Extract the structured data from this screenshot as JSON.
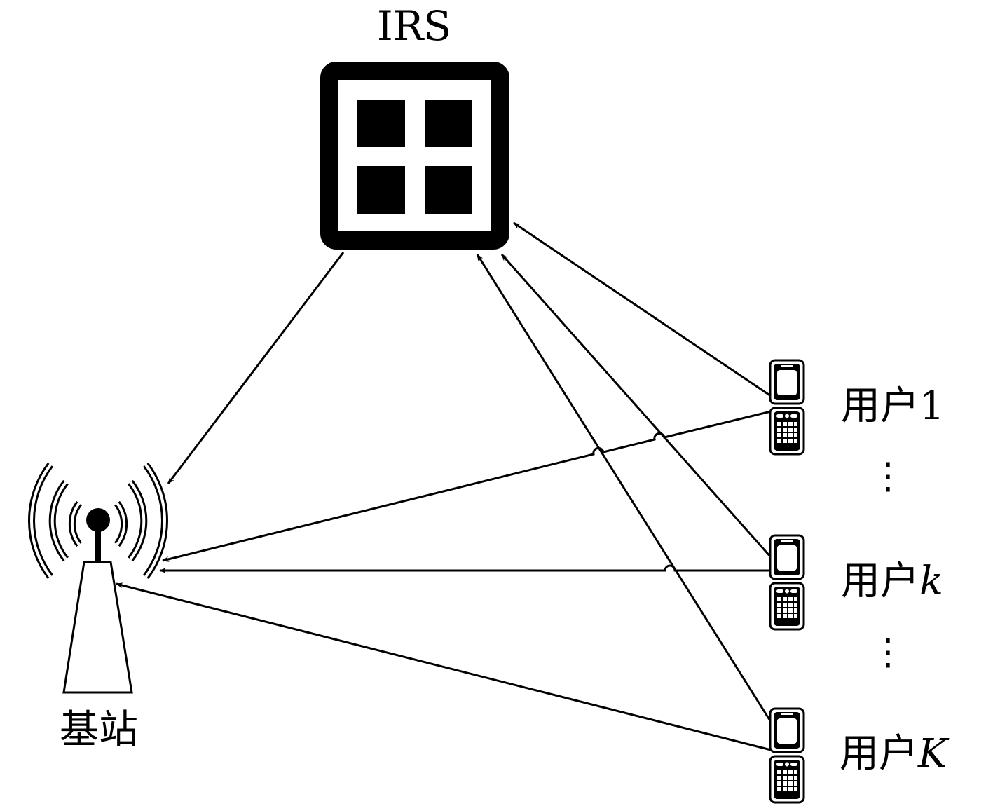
{
  "irs": {
    "label": "IRS"
  },
  "base_station": {
    "label": "基站"
  },
  "users": [
    {
      "prefix": "用户",
      "index": "1",
      "italic": false
    },
    {
      "prefix": "用户",
      "index": "k",
      "italic": true
    },
    {
      "prefix": "用户",
      "index": "K",
      "italic": true
    }
  ],
  "ellipsis": "⋮",
  "colors": {
    "ink": "#000000",
    "background": "#ffffff"
  }
}
